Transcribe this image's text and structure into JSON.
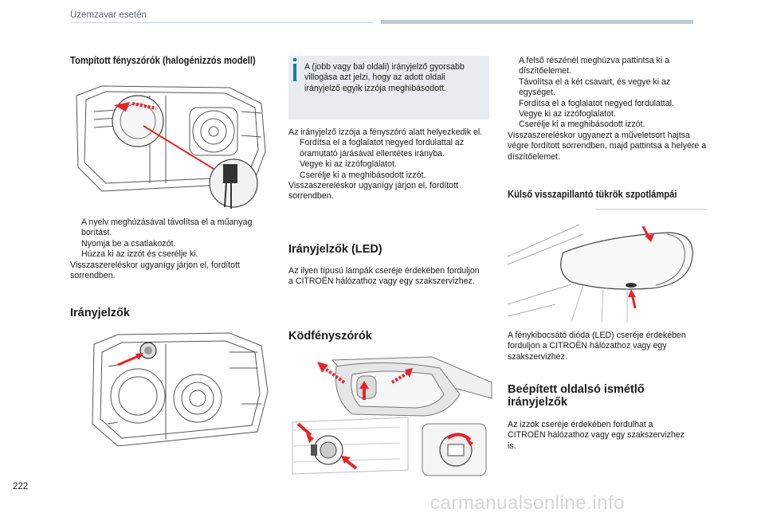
{
  "header": {
    "section": "Üzemzavar esetén"
  },
  "footer": {
    "page_number": "222",
    "watermark": "carmanualsonline.info"
  },
  "col1": {
    "heading": "Tompított fényszórók (halogénizzós modell)",
    "steps": [
      "A nyelv meghúzásával távolítsa el a műanyag borítást.",
      "Nyomja be a csatlakozót.",
      "Húzza ki az izzót és cserélje ki."
    ],
    "note": "Visszaszereléskor ugyanígy járjon el, fordított sorrendben.",
    "heading2": "Irányjelzők"
  },
  "col2": {
    "info": "A (jobb vagy bal oldali) irányjelző gyorsabb villogása azt jelzi, hogy az adott oldali irányjelző egyik izzója meghibásodott.",
    "intro": "Az irányjelző izzója a fényszóró alatt helyezkedik el.",
    "steps": [
      "Fordítsa el a foglalatot negyed fordulattal az óramutató járásával ellentétes irányba.",
      "Vegye ki az izzófoglalatot.",
      "Cserélje ki a meghibásodott izzót."
    ],
    "note": "Visszaszereléskor ugyanígy járjon el, fordított sorrendben.",
    "led_heading": "Irányjelzők (LED)",
    "led_text": "Az ilyen típusú lámpák cseréje érdekében forduljon a CITROËN hálózathoz vagy egy szakszervizhez.",
    "fog_heading": "Ködfényszórók"
  },
  "col3": {
    "steps": [
      "A felső részénél meghúzva pattintsa ki a díszítőelemet.",
      "Távolítsa el a két csavart, és vegye ki az egységet.",
      "Fordítsa el a foglalatot negyed fordulattal.",
      "Vegye ki az izzófoglalatot.",
      "Cserélje ki a meghibásodott izzót."
    ],
    "note": "Visszaszereléskor ugyanezt a műveletsort hajtsa végre fordított sorrendben, majd pattintsa a helyére a díszítőelemet.",
    "mirror_heading": "Külső visszapillantó tükrök szpotlámpái",
    "mirror_text": "A fénykibocsátó dióda (LED) cseréje érdekében forduljon a CITROËN hálózathoz vagy egy szakszervizhez.",
    "side_heading_1": "Beépített oldalsó ismétlő",
    "side_heading_2": "irányjelzők",
    "side_text": "Az izzók cseréje érdekében fordulhat a CITROËN hálózathoz vagy egy szakszervizhez is."
  },
  "bullet_marker": "",
  "colors": {
    "accent": "#0b7fb0",
    "arrow": "#e8232a",
    "rule": "#bfcad6"
  }
}
